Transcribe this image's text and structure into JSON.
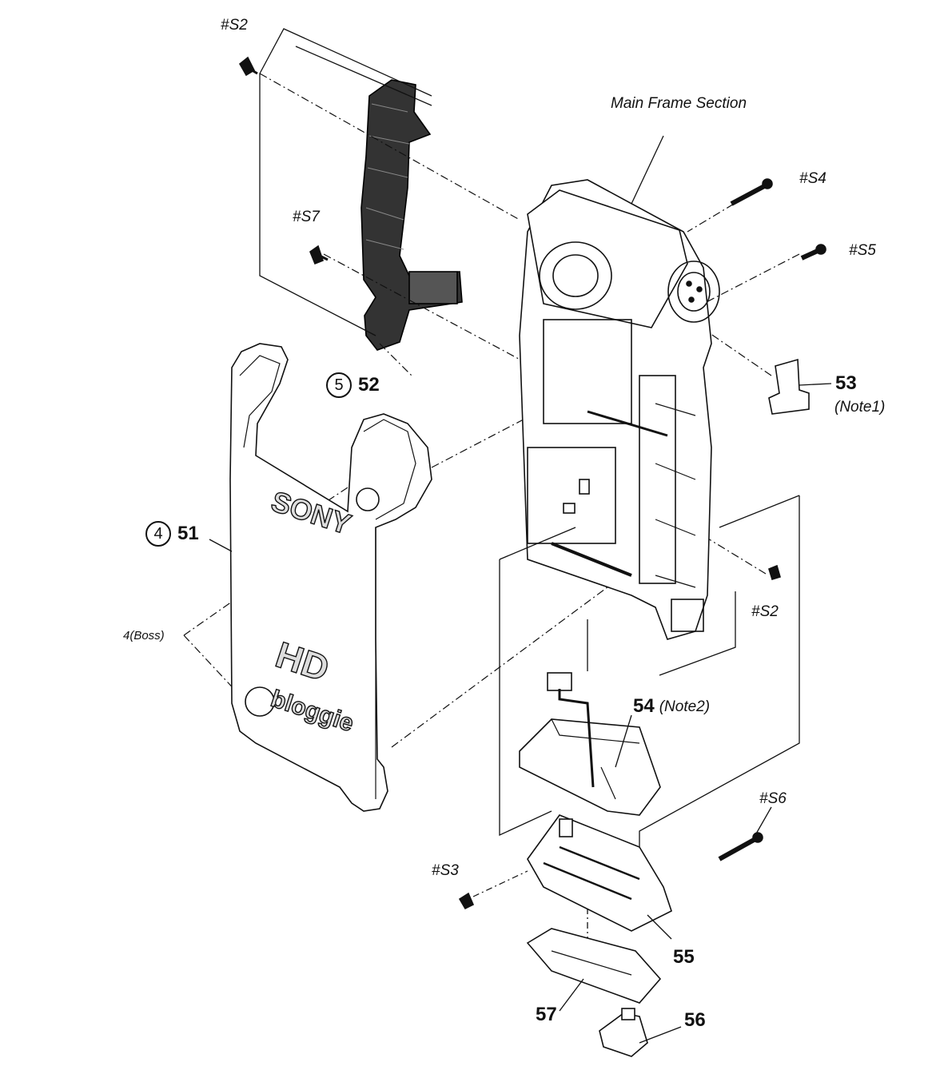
{
  "labels": {
    "main_frame_section": "Main Frame Section",
    "s2_top": "#S2",
    "s7": "#S7",
    "s4": "#S4",
    "s5": "#S5",
    "s2_right": "#S2",
    "s6": "#S6",
    "s3": "#S3",
    "boss": "4(Boss)",
    "note1": "(Note1)",
    "note2": "(Note2)"
  },
  "parts": {
    "p51": {
      "number": "51",
      "ref": "4"
    },
    "p52": {
      "number": "52",
      "ref": "5"
    },
    "p53": {
      "number": "53"
    },
    "p54": {
      "number": "54"
    },
    "p55": {
      "number": "55"
    },
    "p56": {
      "number": "56"
    },
    "p57": {
      "number": "57"
    }
  },
  "cover_logos": {
    "brand": "SONY",
    "hd": "HD",
    "bloggie": "bloggie"
  }
}
